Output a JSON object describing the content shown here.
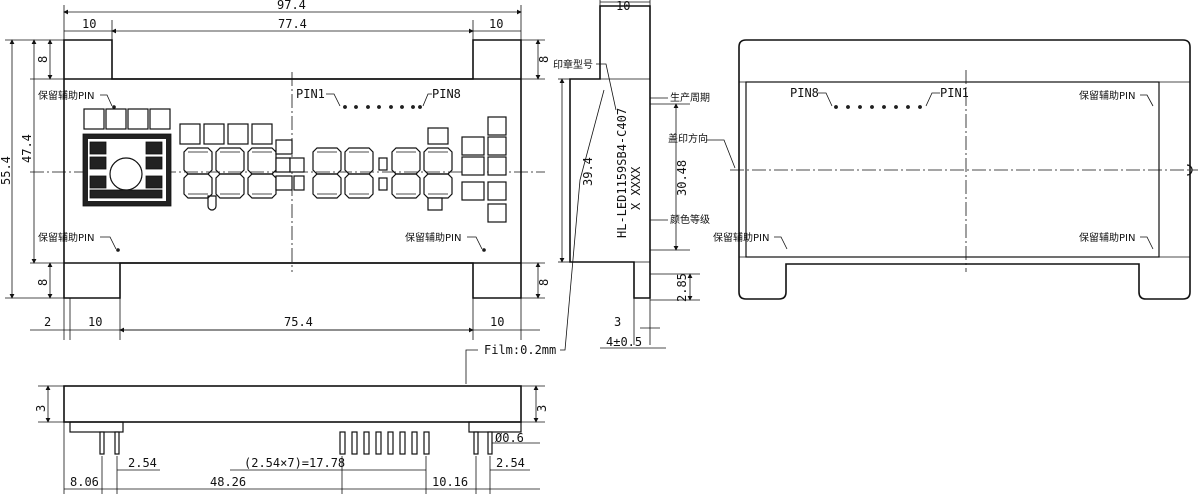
{
  "front_view": {
    "dim_overall_width": "97.4",
    "dim_inner_width": "77.4",
    "dim_left_margin": "10",
    "dim_right_margin": "10",
    "dim_top_offset": "8",
    "dim_bottom_offset": "8",
    "dim_total_height": "55.4",
    "dim_body_height": "47.4",
    "dim_left_edge": "2",
    "dim_left_leg": "10",
    "dim_center_span": "75.4",
    "dim_right_leg": "10",
    "label_reserved_pin": "保留辅助PIN",
    "label_pin1": "PIN1",
    "label_pin8": "PIN8"
  },
  "side_view": {
    "dim_top_width": "10",
    "dim_height": "39.4",
    "dim_mid": "30.48",
    "dim_lead": "2.85",
    "dim_lead_w": "3",
    "dim_lead_tol": "4±0.5",
    "label_print_model": "印章型号",
    "label_production_date": "生产周期",
    "label_cover_direction": "盖印方向",
    "label_color_grade": "颜色等级",
    "part_number": "HL-LED1159SB4-C407",
    "part_code": "X XXXX",
    "label_film": "Film:0.2mm"
  },
  "back_view": {
    "label_pin8": "PIN8",
    "label_pin1": "PIN1",
    "label_reserved_pin": "保留辅助PIN"
  },
  "bottom_view": {
    "dim_height": "3",
    "dim_pin_dia": "Ø0.6",
    "dim_pitch_left": "2.54",
    "dim_pitch_right": "2.54",
    "dim_pin_span": "(2.54×7)=17.78",
    "dim_left": "8.06",
    "dim_mid": "48.26",
    "dim_right": "10.16"
  }
}
